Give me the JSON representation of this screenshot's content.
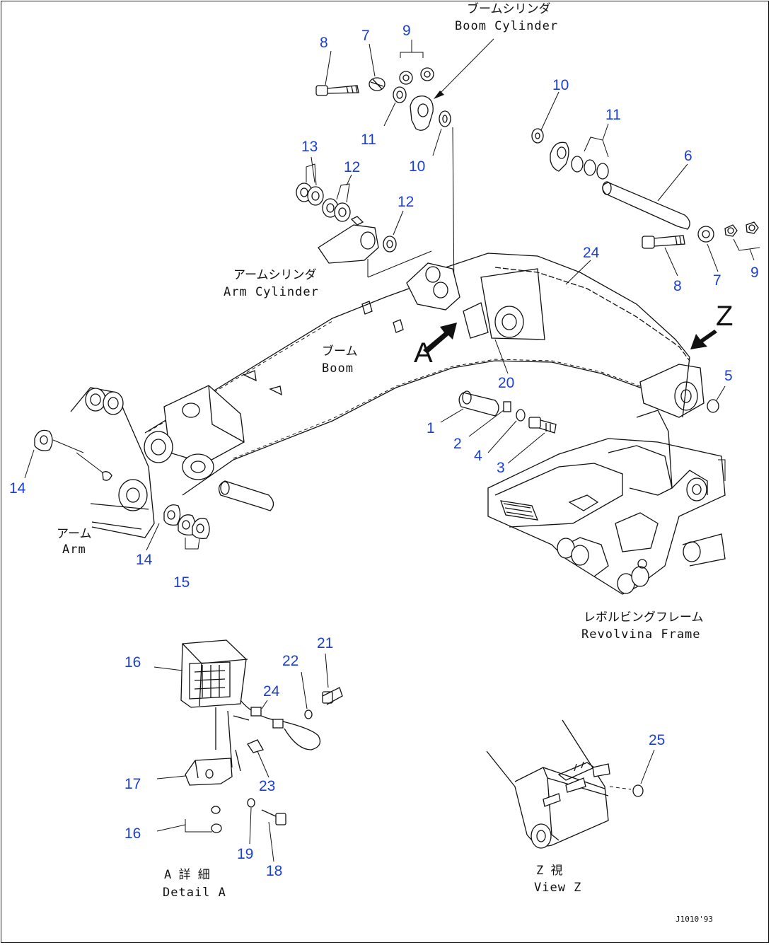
{
  "callouts": {
    "n1": "1",
    "n2": "2",
    "n3": "3",
    "n4": "4",
    "n5": "5",
    "n6": "6",
    "n7a": "7",
    "n7b": "7",
    "n8a": "8",
    "n8b": "8",
    "n9a": "9",
    "n9b": "9",
    "n10a": "10",
    "n10b": "10",
    "n11a": "11",
    "n11b": "11",
    "n12a": "12",
    "n12b": "12",
    "n13": "13",
    "n14a": "14",
    "n14b": "14",
    "n15": "15",
    "n16a": "16",
    "n16b": "16",
    "n17": "17",
    "n18": "18",
    "n19": "19",
    "n20": "20",
    "n21": "21",
    "n22": "22",
    "n23": "23",
    "n24a": "24",
    "n24b": "24",
    "n25": "25"
  },
  "captions": {
    "boom_cylinder_jp": "ブームシリンダ",
    "boom_cylinder_en": "Boom Cylinder",
    "arm_cylinder_jp": "アームシリンダ",
    "arm_cylinder_en": "Arm Cylinder",
    "boom_jp": "ブーム",
    "boom_en": "Boom",
    "arm_jp": "アーム",
    "arm_en": "Arm",
    "revolving_frame_jp": "レボルビングフレーム",
    "revolving_frame_en": "Revolvina Frame",
    "detail_a_jp": "A 詳 細",
    "detail_a_en": "Detail A",
    "view_z_jp": "Z 視",
    "view_z_en": "View Z"
  },
  "markers": {
    "view_a": "A",
    "view_z": "Z"
  },
  "drawing_code": "J1010'93",
  "colors": {
    "callout": "#1b3fd6",
    "line": "#111111",
    "paper": "#ffffff"
  }
}
